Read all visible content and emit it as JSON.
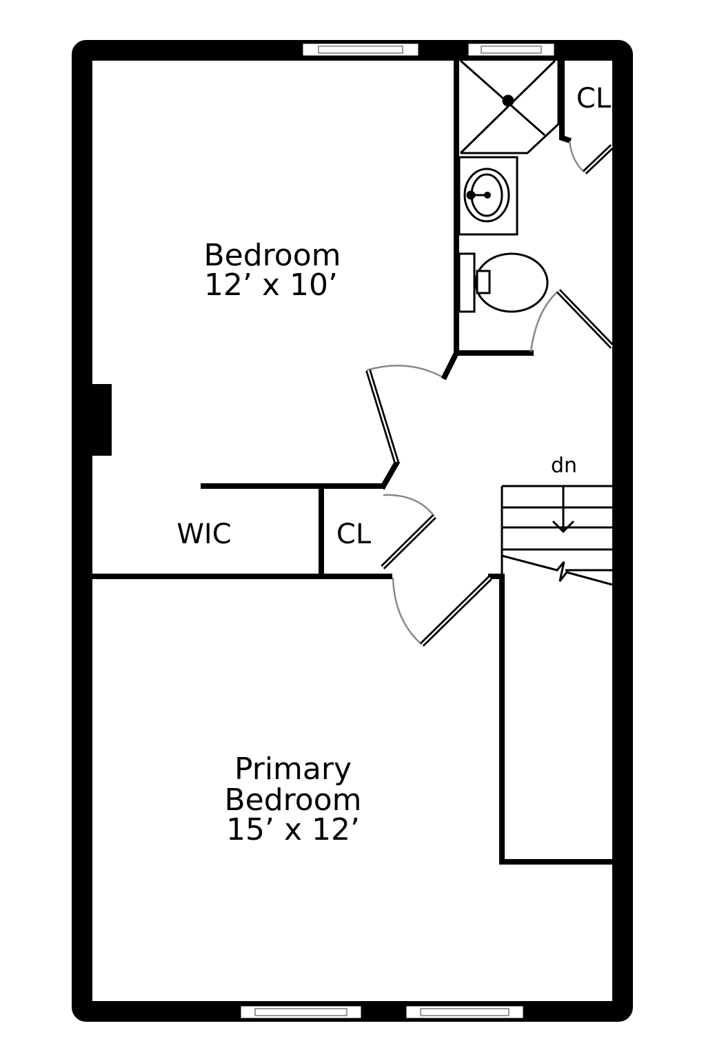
{
  "rooms": {
    "bedroom": {
      "name": "Bedroom",
      "size": "12’ x 10’"
    },
    "primary": {
      "name_line1": "Primary",
      "name_line2": "Bedroom",
      "size": "15’ x 12’"
    },
    "wic": "WIC",
    "closet_hall": "CL",
    "closet_bath": "CL"
  },
  "stairs": {
    "label": "dn"
  },
  "colors": {
    "wall": "#000000",
    "door_arc": "#888888",
    "window": "#999999"
  }
}
